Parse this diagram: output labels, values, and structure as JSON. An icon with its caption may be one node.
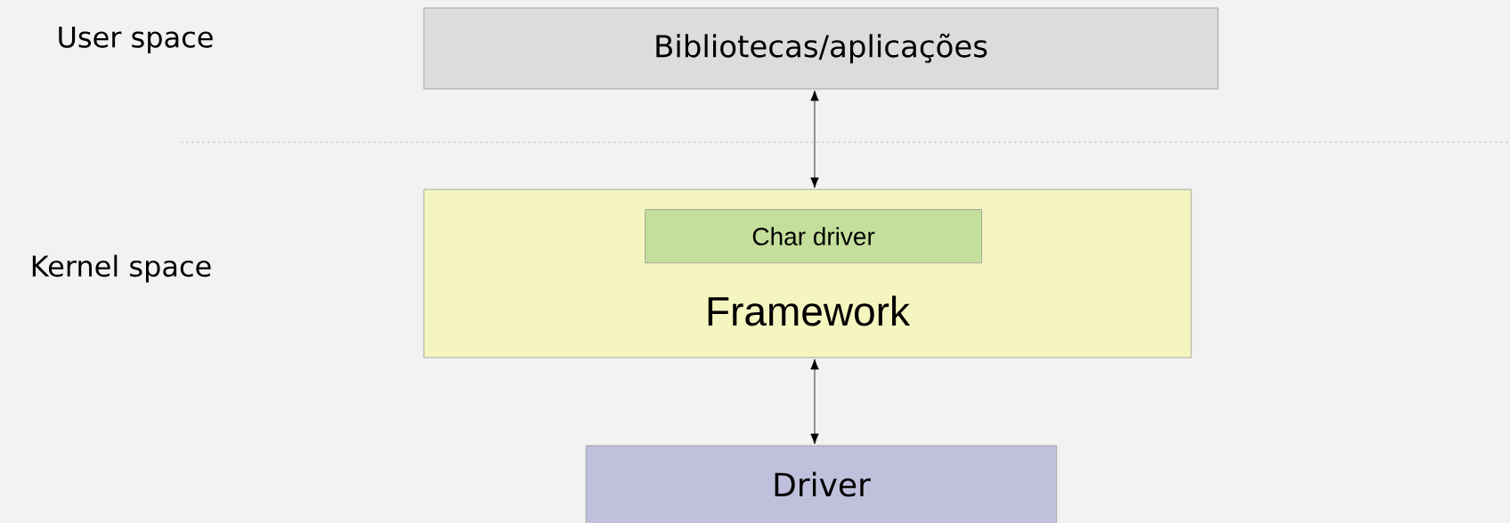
{
  "diagram": {
    "nodes": [
      {
        "text": [
          "Bibliotecas/aplicações"
        ]
      },
      {
        "text": [
          "Framework"
        ]
      },
      {
        "text": [
          "Char driver"
        ],
        "in": 1
      },
      {
        "text": [
          "Driver"
        ]
      }
    ],
    "edges": [
      {
        "from": 0,
        "to": 1,
        "arrow": "both"
      },
      {
        "from": 1,
        "to": 3,
        "arrow": "both"
      }
    ],
    "labels": [
      "User space",
      "Kernel space"
    ]
  }
}
